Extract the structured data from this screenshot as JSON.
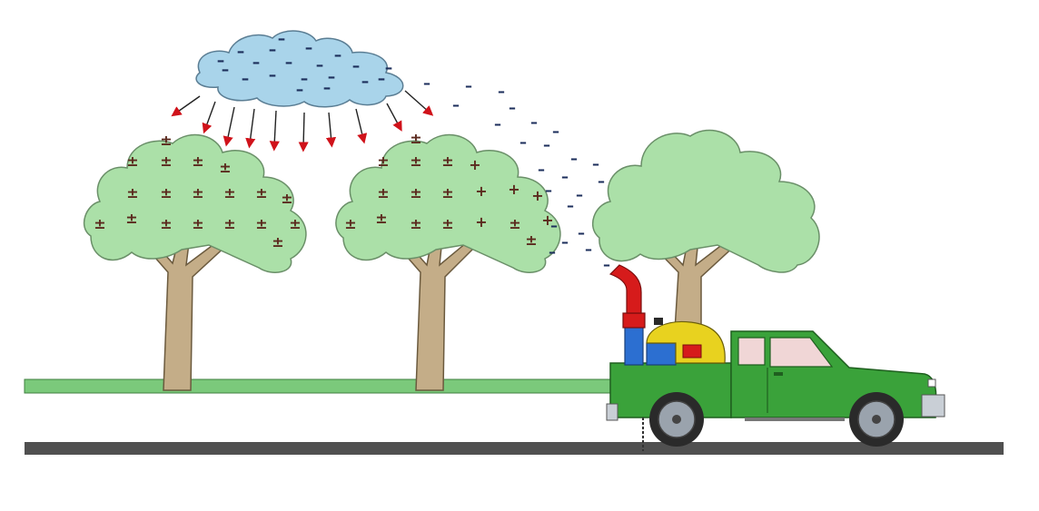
{
  "colors": {
    "cloud": "#a9d4ea",
    "cloud_outline": "#5a7d93",
    "negative_charge": "#1d2f5c",
    "mixed_charge": "#5b2a1e",
    "arrow": "#d0121a",
    "foliage": "#abe0a8",
    "foliage_outline": "#6a8f68",
    "trunk": "#c4ad88",
    "trunk_outline": "#6b5a3e",
    "grass": "#7bc97b",
    "road": "#505050",
    "truck_body": "#3aa23a",
    "sprayer_tank": "#e8d21f",
    "blower_nozzle": "#d61b1b",
    "blower_column": "#2c6fd1"
  },
  "symbols": {
    "negative": "–",
    "mixed": "±",
    "positive": "+"
  },
  "icons": {
    "cloud": "charged-cloud",
    "arrow": "downward-red-arrow",
    "tree": "tree",
    "truck": "pickup-truck",
    "sprayer": "electrostatic-sprayer"
  }
}
